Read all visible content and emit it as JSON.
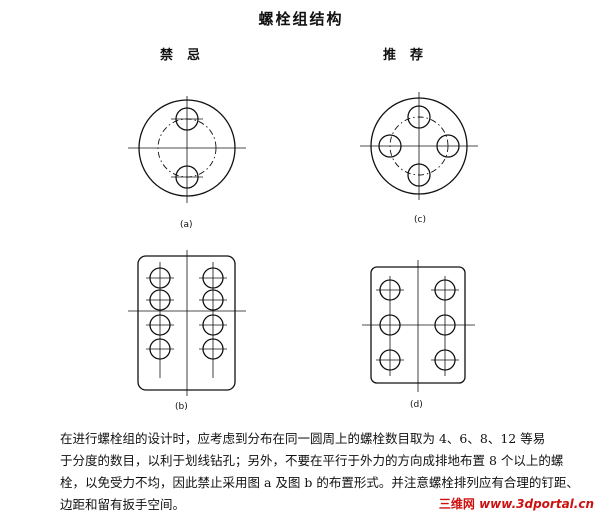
{
  "title": "螺栓组结构",
  "column_headers": {
    "left": "禁忌",
    "right": "推荐"
  },
  "captions": {
    "a": "(a)",
    "b": "(b)",
    "c": "(c)",
    "d": "(d)"
  },
  "paragraph_lines": [
    "在进行螺栓组的设计时，应考虑到分布在同一圆周上的螺栓数目取为 4、6、8、12 等易",
    "于分度的数目，以利于划线钻孔；另外，不要在平行于外力的方向成排地布置 8 个以上的螺",
    "栓，以免受力不均，因此禁止采用图 a 及图 b 的布置形式。并注意螺栓排列应有合理的钉距、",
    "边距和留有扳手空间。"
  ],
  "watermark": {
    "brand": "三维网",
    "url": "www.3dportal.cn"
  },
  "colors": {
    "ink": "#111111",
    "watermark": "#cc1111"
  }
}
